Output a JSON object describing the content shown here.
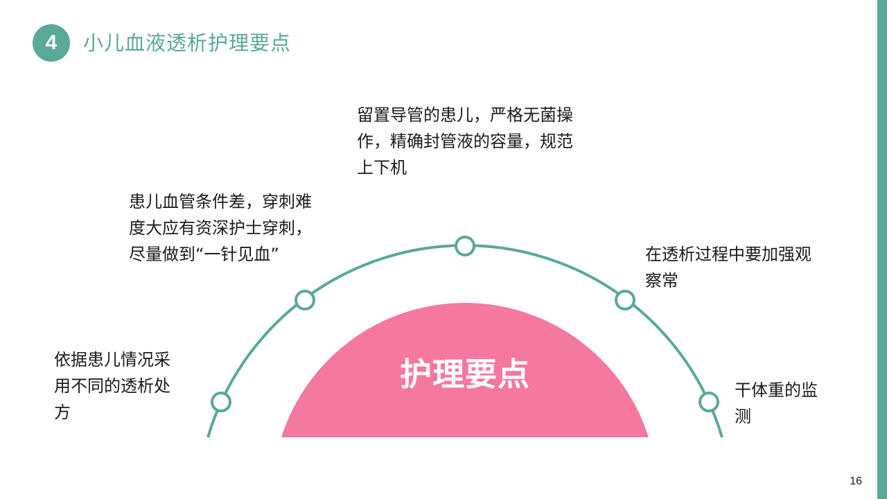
{
  "header": {
    "section_number": "4",
    "title": "小儿血液透析护理要点"
  },
  "diagram": {
    "center_label": "护理要点",
    "points": [
      {
        "text": "依据患儿情况采用不同的透析处方"
      },
      {
        "text": "患儿血管条件差，穿刺难度大应有资深护士穿刺，尽量做到“一针见血”"
      },
      {
        "text": "留置导管的患儿，严格无菌操作，精确封管液的容量，规范上下机"
      },
      {
        "text": "在透析过程中要加强观察常"
      },
      {
        "text": "干体重的监测"
      }
    ]
  },
  "footer": {
    "page_number": "16"
  },
  "colors": {
    "accent_teal": "#5aa898",
    "dome_pink": "#f5789e",
    "text": "#1a1a1a",
    "background": "#ffffff"
  }
}
